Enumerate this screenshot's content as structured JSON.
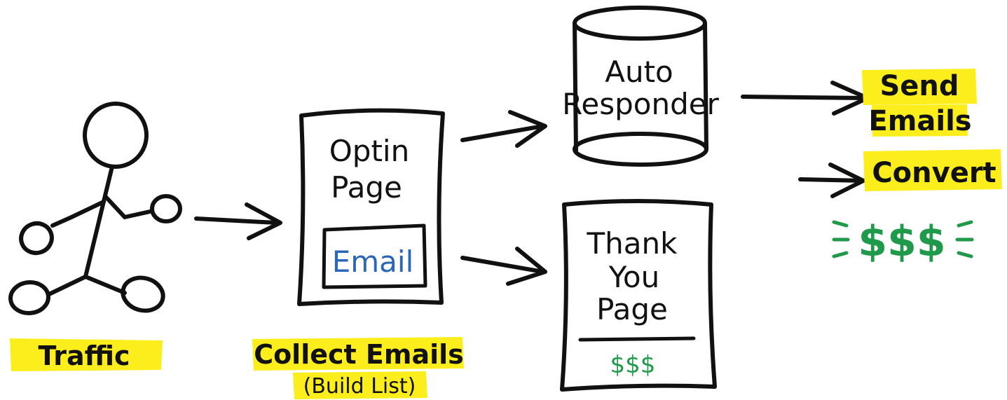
{
  "labels": {
    "traffic": "Traffic",
    "collect_emails": "Collect Emails",
    "build_list": "(Build List)",
    "send_line1": "Send",
    "send_line2": "Emails",
    "convert": "Convert",
    "money_big": "$$$"
  },
  "optin_page": {
    "title_line1": "Optin",
    "title_line2": "Page",
    "field_label": "Email"
  },
  "autoresponder": {
    "line1": "Auto",
    "line2": "Responder"
  },
  "thank_you_page": {
    "line1": "Thank",
    "line2": "You",
    "line3": "Page",
    "money": "$$$"
  },
  "colors": {
    "highlight": "#fbee1c",
    "email_blue": "#2a67b8",
    "money_green": "#1e9a4a",
    "ink": "#111111"
  }
}
